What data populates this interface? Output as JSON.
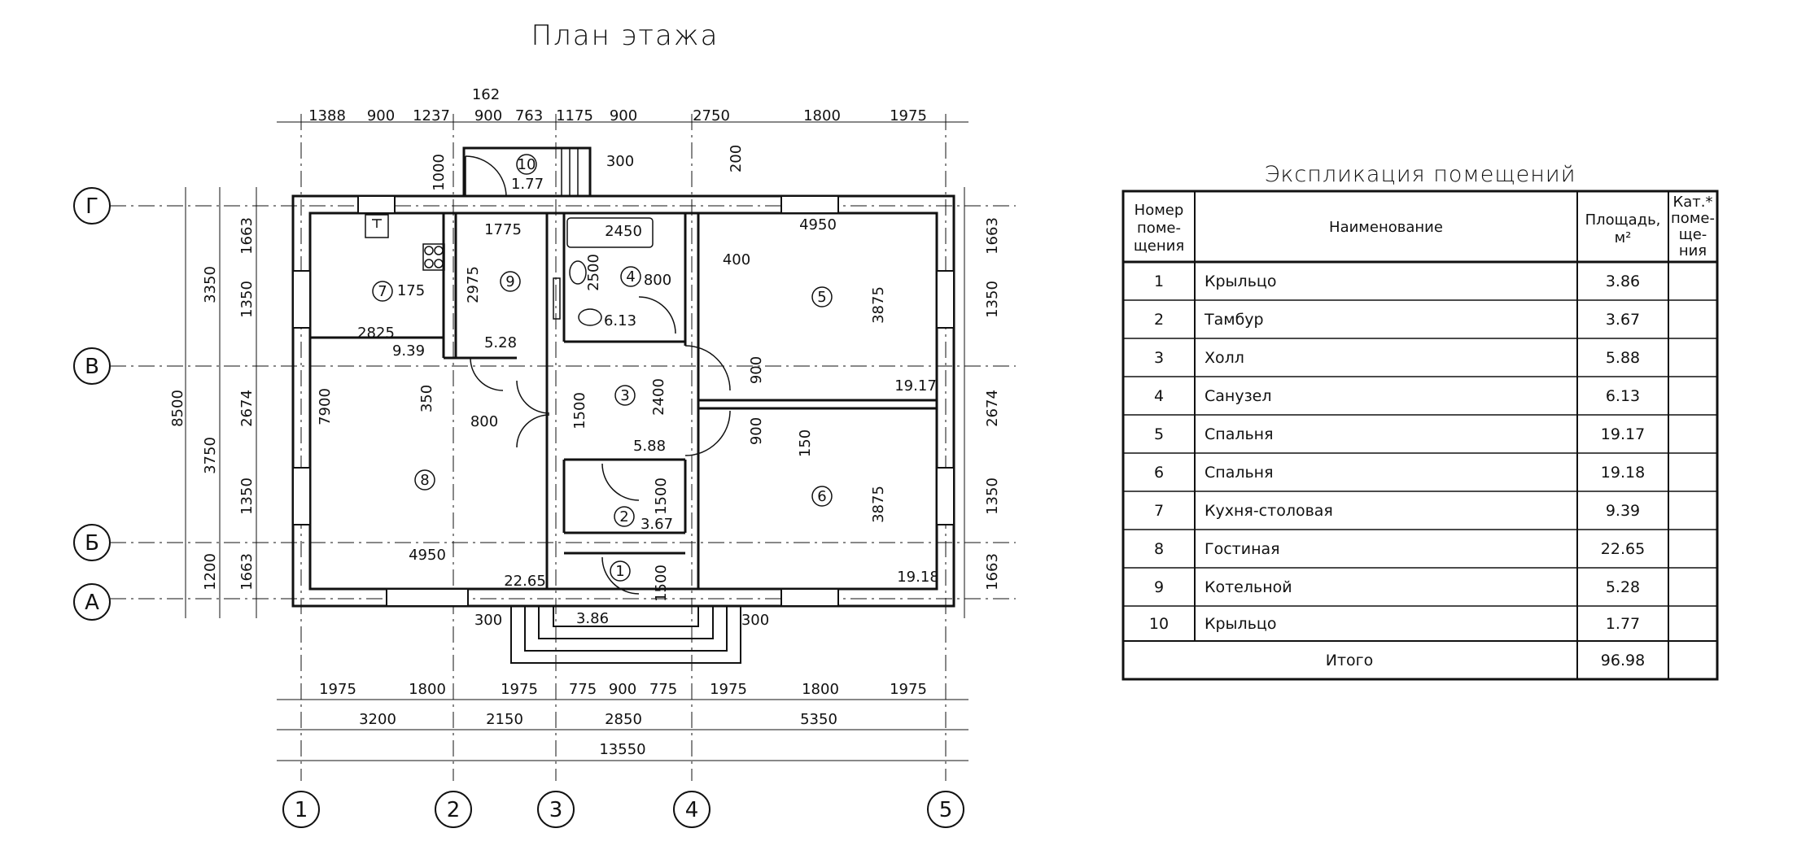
{
  "plan_title": "План этажа",
  "table_title": "Экспликация помещений",
  "table": {
    "col_number_lines": [
      "Номер",
      "поме-",
      "щения"
    ],
    "col_name": "Наименование",
    "col_area_lines": [
      "Площадь,",
      "м²"
    ],
    "col_cat_lines": [
      "Кат.*",
      "поме-",
      "ще-",
      "ния"
    ],
    "rows": [
      {
        "num": "1",
        "name": "Крыльцо",
        "area": "3.86"
      },
      {
        "num": "2",
        "name": "Тамбур",
        "area": "3.67"
      },
      {
        "num": "3",
        "name": "Холл",
        "area": "5.88"
      },
      {
        "num": "4",
        "name": "Санузел",
        "area": "6.13"
      },
      {
        "num": "5",
        "name": "Спальня",
        "area": "19.17"
      },
      {
        "num": "6",
        "name": "Спальня",
        "area": "19.18"
      },
      {
        "num": "7",
        "name": "Кухня-столовая",
        "area": "9.39"
      },
      {
        "num": "8",
        "name": "Гостиная",
        "area": "22.65"
      },
      {
        "num": "9",
        "name": "Котельной",
        "area": "5.28"
      },
      {
        "num": "10",
        "name": "Крыльцо",
        "area": "1.77"
      }
    ],
    "total_label": "Итого",
    "total_area": "96.98"
  },
  "axes_h": [
    "Г",
    "В",
    "Б",
    "А"
  ],
  "axes_v": [
    "1",
    "2",
    "3",
    "4",
    "5"
  ],
  "rooms": [
    {
      "num": "10",
      "area": "1.77"
    },
    {
      "num": "7",
      "area": "9.39"
    },
    {
      "num": "9",
      "area": "5.28"
    },
    {
      "num": "4",
      "area": "6.13"
    },
    {
      "num": "5",
      "area": "19.17"
    },
    {
      "num": "3",
      "area": "5.88"
    },
    {
      "num": "8",
      "area": "22.65"
    },
    {
      "num": "6",
      "area": "19.18"
    },
    {
      "num": "2",
      "area": "3.67"
    },
    {
      "num": "1",
      "area": "3.86"
    }
  ],
  "dims_top": [
    "1388",
    "900",
    "1237",
    "162",
    "900",
    "763",
    "1175",
    "900",
    "2750",
    "1800",
    "1975"
  ],
  "dims_bottom_1": [
    "1975",
    "1800",
    "1975",
    "775",
    "900",
    "775",
    "1975",
    "1800",
    "1975"
  ],
  "dims_bottom_2": [
    "3200",
    "2150",
    "2850",
    "5350"
  ],
  "dims_bottom_total": "13550",
  "dims_left_outer": [
    "3350",
    "3750",
    "1200"
  ],
  "dims_left_total": "8500",
  "dims_left_inner": [
    "1663",
    "1350",
    "2674",
    "1350",
    "1663"
  ],
  "dims_right": [
    "1663",
    "1350",
    "2674",
    "1350",
    "1663"
  ],
  "dims_interior": [
    "1000",
    "300",
    "200",
    "1775",
    "2450",
    "4950",
    "400",
    "2975",
    "2500",
    "800",
    "175",
    "3875",
    "2825",
    "5.28",
    "900",
    "19.17",
    "350",
    "7900",
    "800",
    "1500",
    "2400",
    "150",
    "900",
    "3875",
    "1500",
    "4950",
    "1500",
    "300",
    "300"
  ]
}
